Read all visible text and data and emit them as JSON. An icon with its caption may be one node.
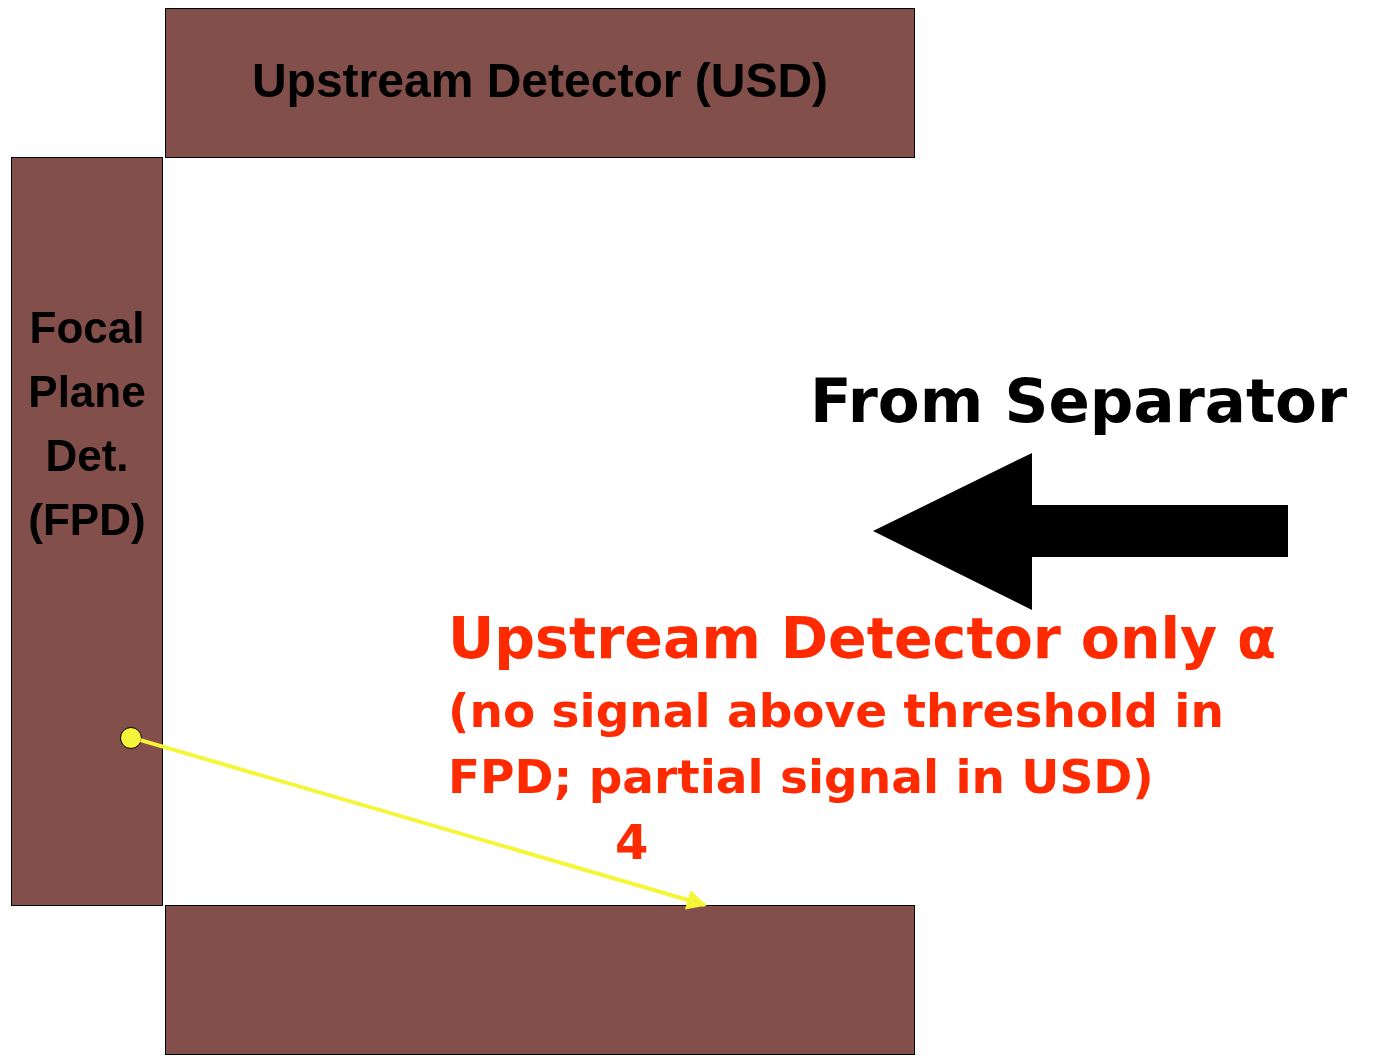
{
  "diagram": {
    "nodes": [
      {
        "text": [
          "Upstream Detector (USD)"
        ]
      },
      {
        "text": [
          "Focal Plane Det. (FPD)"
        ]
      },
      {
        "text": [],
        "shape": "box"
      },
      {
        "text": [],
        "shape": "circle",
        "in": 1
      }
    ],
    "edges": [
      {
        "from": 3,
        "to": 2,
        "arrow": "to",
        "color": "#f5f53a"
      }
    ],
    "labels": [
      "From Separator",
      "Upstream Detector only α",
      "(no signal above threshold in FPD; partial signal in USD)",
      "4"
    ]
  }
}
